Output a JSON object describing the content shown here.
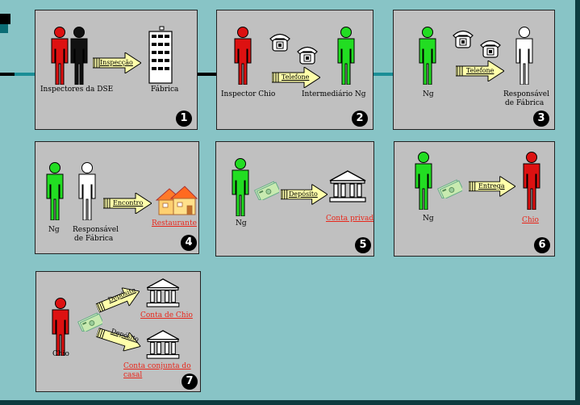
{
  "panels": {
    "p1": {
      "number": "1",
      "left_label": "Inspectores da DSE",
      "arrow_label": "Inspecção",
      "right_label": "Fábrica"
    },
    "p2": {
      "number": "2",
      "left_label": "Inspector Chio",
      "arrow_label": "Telefone",
      "right_label": "Intermediário Ng"
    },
    "p3": {
      "number": "3",
      "left_label": "Ng",
      "arrow_label": "Telefone",
      "right_label_1": "Responsável",
      "right_label_2": "de Fábrica"
    },
    "p4": {
      "number": "4",
      "left_label": "Ng",
      "mid_label_1": "Responsável",
      "mid_label_2": "de Fábrica",
      "arrow_label": "Encontro",
      "right_label": "Restaurante"
    },
    "p5": {
      "number": "5",
      "left_label": "Ng",
      "arrow_label": "Depósito",
      "right_label": "Conta privada"
    },
    "p6": {
      "number": "6",
      "left_label": "Ng",
      "arrow_label": "Entrega",
      "right_label": "Chio"
    },
    "p7": {
      "number": "7",
      "left_label": "Chio",
      "arrow1_label": "Depósito",
      "right1_label": "Conta de Chio",
      "arrow2_label": "Depósito",
      "right2_label_1": "Conta conjunta do",
      "right2_label_2": "casal"
    }
  },
  "colors": {
    "red_person": "#dd1111",
    "black_person": "#111111",
    "green_person": "#22dd22",
    "white_person": "#ffffff",
    "arrow_fill": "#ffffaa",
    "label_red": "#e8261a",
    "background": "#88c4c6",
    "panel": "#c0c0c0"
  }
}
